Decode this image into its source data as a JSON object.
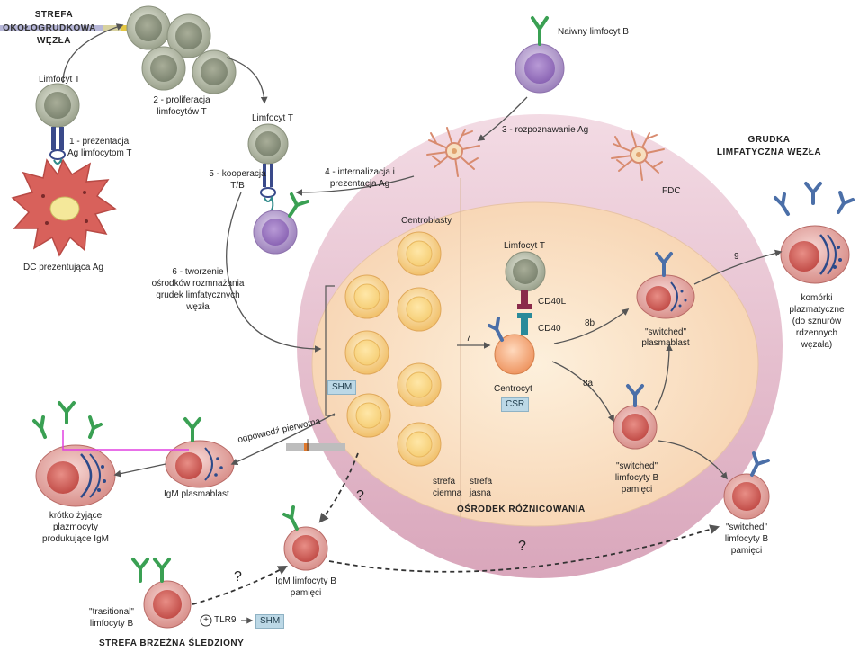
{
  "zones": {
    "node_zone_line1": "STREFA",
    "node_zone_line2": "OKOŁOGRUDKOWA",
    "node_zone_line3": "WĘZŁA",
    "follicle_line1": "GRUDKA",
    "follicle_line2": "LIMFATYCZNA WĘZŁA",
    "germinal_center": "OŚRODEK RÓŻNICOWANIA",
    "dark_zone_line1": "strefa",
    "dark_zone_line2": "ciemna",
    "light_zone_line1": "strefa",
    "light_zone_line2": "jasna",
    "spleen_zone": "STREFA BRZEŻNA ŚLEDZIONY"
  },
  "cells": {
    "t_cell_top": "Limfocyt T",
    "dc": "DC prezentująca Ag",
    "t_cell_coop": "Limfocyt T",
    "naive_b": "Naiwny limfocyt B",
    "fdc": "FDC",
    "centroblasts": "Centroblasty",
    "t_cell_gc": "Limfocyt T",
    "centrocyte": "Centrocyt",
    "cd40l": "CD40L",
    "cd40": "CD40",
    "switched_plasmablast_1": "\"switched\"",
    "switched_plasmablast_2": "plasmablast",
    "plasma_cells_1": "komórki",
    "plasma_cells_2": "plazmatyczne",
    "plasma_cells_3": "(do sznurów",
    "plasma_cells_4": "rdzennych",
    "plasma_cells_5": "węzała)",
    "switched_mem_gc_1": "\"switched\"",
    "switched_mem_gc_2": "limfocyty B",
    "switched_mem_gc_3": "pamięci",
    "switched_mem_out_1": "\"switched\"",
    "switched_mem_out_2": "limfocyty B",
    "switched_mem_out_3": "pamięci",
    "igm_plasmablast": "IgM plasmablast",
    "short_plasmacytes_1": "krótko żyjące",
    "short_plasmacytes_2": "plazmocyty",
    "short_plasmacytes_3": "produkujące IgM",
    "igm_memory_1": "IgM limfocyty B",
    "igm_memory_2": "pamięci",
    "transitional_1": "\"trasitional\"",
    "transitional_2": "limfocyty B",
    "tlr9": "TLR9"
  },
  "steps": {
    "s1_line1": "1 - prezentacja",
    "s1_line2": "Ag limfocytom T",
    "s2_line1": "2 - proliferacja",
    "s2_line2": "limfocytów T",
    "s3": "3 - rozpoznawanie Ag",
    "s4_line1": "4 - internalizacja i",
    "s4_line2": "prezentacja Ag",
    "s5_line1": "5 - kooperacja",
    "s5_line2": "T/B",
    "s6_line1": "6 - tworzenie",
    "s6_line2": "ośrodków rozmnażania",
    "s6_line3": "grudek limfatycznych",
    "s6_line4": "węzła",
    "s7": "7",
    "s8a": "8a",
    "s8b": "8b",
    "s9": "9",
    "primary_response": "odpowiedź pierwotna",
    "question_1": "?",
    "question_2": "?",
    "question_3": "?"
  },
  "badges": {
    "shm_gc": "SHM",
    "csr": "CSR",
    "shm_spleen": "SHM",
    "plus_sign": "+"
  },
  "colors": {
    "follicle_mantle": "#e8c4d2",
    "germinal_center": "#fbe3c9",
    "t_cell": "#b6bca8",
    "b_cell_naive": "#b9a0d0",
    "dc": "#d9655f",
    "centroblast": "#f6c97a",
    "centrocyte": "#f4a878",
    "plasma": "#d8817c",
    "antibody_green": "#3aa053",
    "antibody_blue": "#4b6fa8"
  }
}
